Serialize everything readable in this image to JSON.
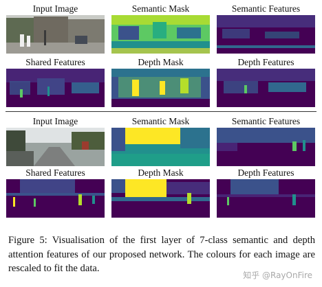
{
  "figure": {
    "rows": [
      {
        "panels": [
          {
            "label": "Input Image",
            "kind": "photo-city"
          },
          {
            "label": "Semantic Mask",
            "kind": "mask-semantic-a"
          },
          {
            "label": "Semantic Features",
            "kind": "feat-semantic-a"
          }
        ]
      },
      {
        "panels": [
          {
            "label": "Shared Features",
            "kind": "feat-shared-a"
          },
          {
            "label": "Depth Mask",
            "kind": "mask-depth-a"
          },
          {
            "label": "Depth Features",
            "kind": "feat-depth-a"
          }
        ]
      },
      {
        "panels": [
          {
            "label": "Input Image",
            "kind": "photo-road"
          },
          {
            "label": "Semantic Mask",
            "kind": "mask-semantic-b"
          },
          {
            "label": "Semantic Features",
            "kind": "feat-semantic-b"
          }
        ]
      },
      {
        "panels": [
          {
            "label": "Shared Features",
            "kind": "feat-shared-b"
          },
          {
            "label": "Depth Mask",
            "kind": "mask-depth-b"
          },
          {
            "label": "Depth Features",
            "kind": "feat-depth-b"
          }
        ]
      }
    ],
    "caption": "Figure 5: Visualisation of the first layer of 7-class semantic and depth attention features of our proposed network. The colours for each image are rescaled to fit the data.",
    "watermark": "知乎 @RayOnFire",
    "colors": {
      "viridis_dark": "#440154",
      "viridis_blue": "#3b528b",
      "viridis_teal": "#21908d",
      "viridis_green": "#5dc963",
      "viridis_yellow": "#fde725"
    }
  }
}
